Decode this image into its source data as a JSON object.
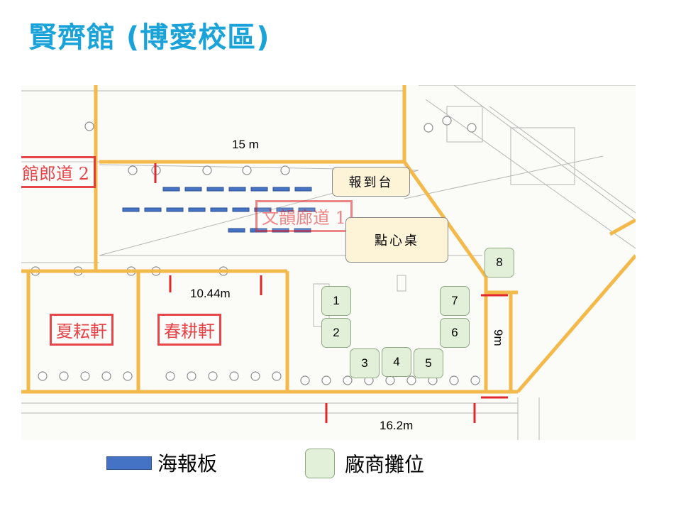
{
  "title": "賢齊館 (博愛校區)",
  "measurements": {
    "top_width": "15 m",
    "room_width": "10.44m",
    "bottom_width": "16.2m",
    "side_height": "9m"
  },
  "desks": {
    "registration": "報到台",
    "snack": "點心桌"
  },
  "booths": [
    "1",
    "2",
    "3",
    "4",
    "5",
    "6",
    "7",
    "8"
  ],
  "floorplan_labels": {
    "corridor_left": "館郎道 2",
    "corridor_center": "文韻廊道 1",
    "room_left": "夏耘軒",
    "room_right": "春耕軒"
  },
  "legend": {
    "poster_board": "海報板",
    "vendor_booth": "廠商攤位"
  },
  "colors": {
    "title": "#1aa3d9",
    "poster_board": "#4472c4",
    "booth_fill": "#e2efd9",
    "desk_fill": "#fdf3d6",
    "marker": "#e3262c",
    "wall": "#f3b94a"
  }
}
